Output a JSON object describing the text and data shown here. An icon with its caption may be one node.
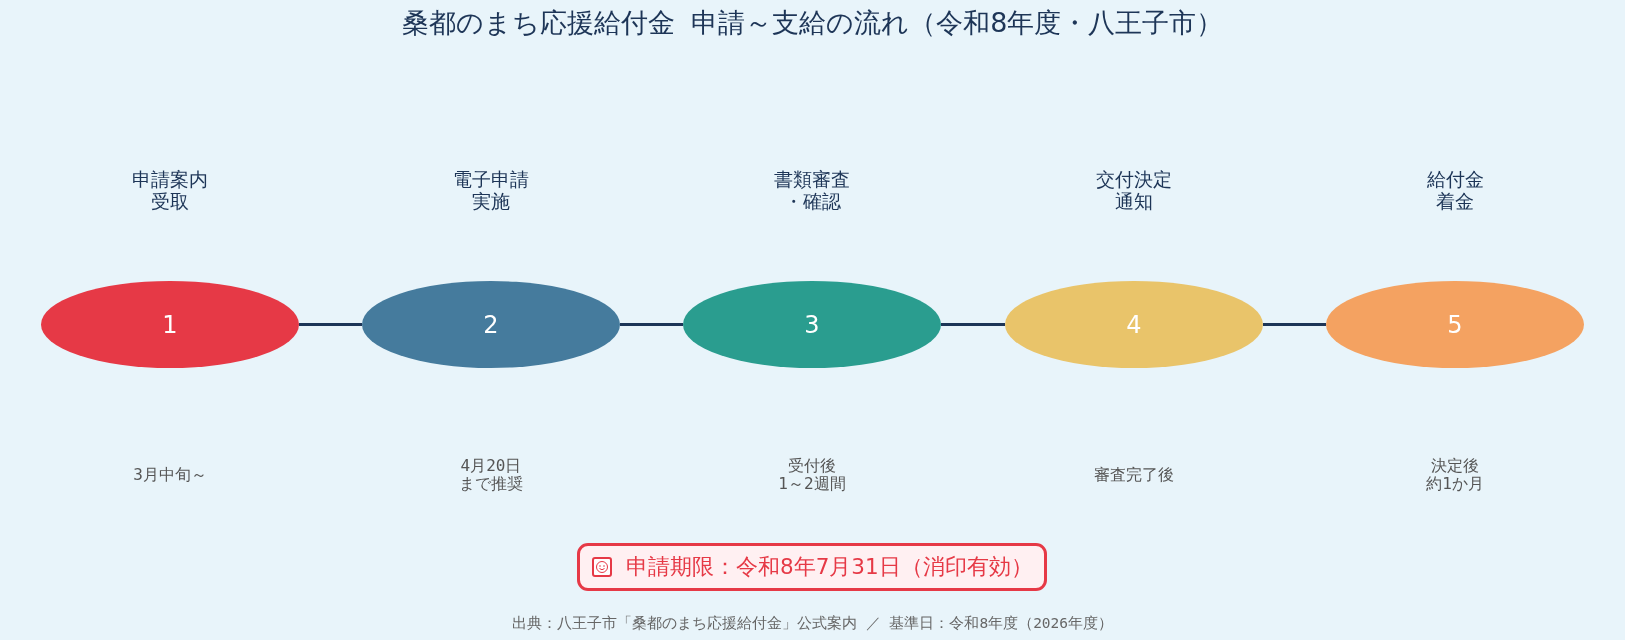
{
  "diagram": {
    "title": "桑都のまち応援給付金 申請～支給の流れ（令和8年度・八王子市）",
    "caption": "出典：八王子市「桑都のまち応援給付金」公式案内 ／ 基準日：令和8年度（2026年度）",
    "nodes": [
      {
        "text": [
          "1"
        ],
        "beside": [
          "申請案内受取"
        ]
      },
      {
        "text": [
          "2"
        ],
        "beside": [
          "電子申請実施"
        ]
      },
      {
        "text": [
          "3"
        ],
        "beside": [
          "書類審査・確認"
        ]
      },
      {
        "text": [
          "4"
        ],
        "beside": [
          "交付決定通知"
        ]
      },
      {
        "text": [
          "5"
        ],
        "beside": [
          "給付金着金"
        ]
      },
      {
        "text": [
          "申請期限：令和8年7月31日（消印有効）"
        ]
      }
    ],
    "edges": [
      {
        "from": 0,
        "to": 1,
        "arrow": "none"
      },
      {
        "from": 1,
        "to": 2,
        "arrow": "none"
      },
      {
        "from": 2,
        "to": 3,
        "arrow": "none"
      },
      {
        "from": 3,
        "to": 4,
        "arrow": "none"
      }
    ],
    "labels": [
      "3月中旬～",
      "4月20日まで推奨",
      "受付後1～2週間",
      "審査完了後",
      "決定後約1か月"
    ]
  }
}
